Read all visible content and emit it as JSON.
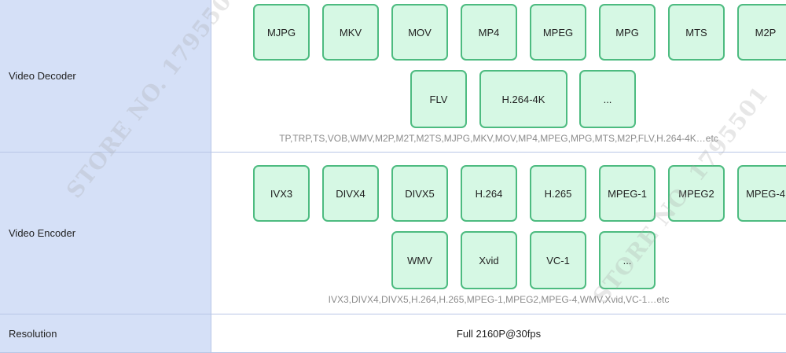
{
  "rows": {
    "decoder": {
      "label": "Video Decoder",
      "formats": [
        "MJPG",
        "MKV",
        "MOV",
        "MP4",
        "MPEG",
        "MPG",
        "MTS",
        "M2P",
        "FLV",
        "H.264-4K",
        "..."
      ],
      "summary": "TP,TRP,TS,VOB,WMV,M2P,M2T,M2TS,MJPG,MKV,MOV,MP4,MPEG,MPG,MTS,M2P,FLV,H.264-4K…etc"
    },
    "encoder": {
      "label": "Video Encoder",
      "formats": [
        "IVX3",
        "DIVX4",
        "DIVX5",
        "H.264",
        "H.265",
        "MPEG-1",
        "MPEG2",
        "MPEG-4",
        "WMV",
        "Xvid",
        "VC-1",
        "..."
      ],
      "summary": "IVX3,DIVX4,DIVX5,H.264,H.265,MPEG-1,MPEG2,MPEG-4,WMV,Xvid,VC-1…etc"
    },
    "resolution": {
      "label": "Resolution",
      "value": "Full 2160P@30fps"
    }
  },
  "watermark": {
    "text": "STORE NO. 1795501"
  },
  "colors": {
    "label_bg": "#d5e0f7",
    "tile_bg": "#d6f8e4",
    "tile_border": "#4dbb80",
    "divider": "#b8c6e6"
  }
}
